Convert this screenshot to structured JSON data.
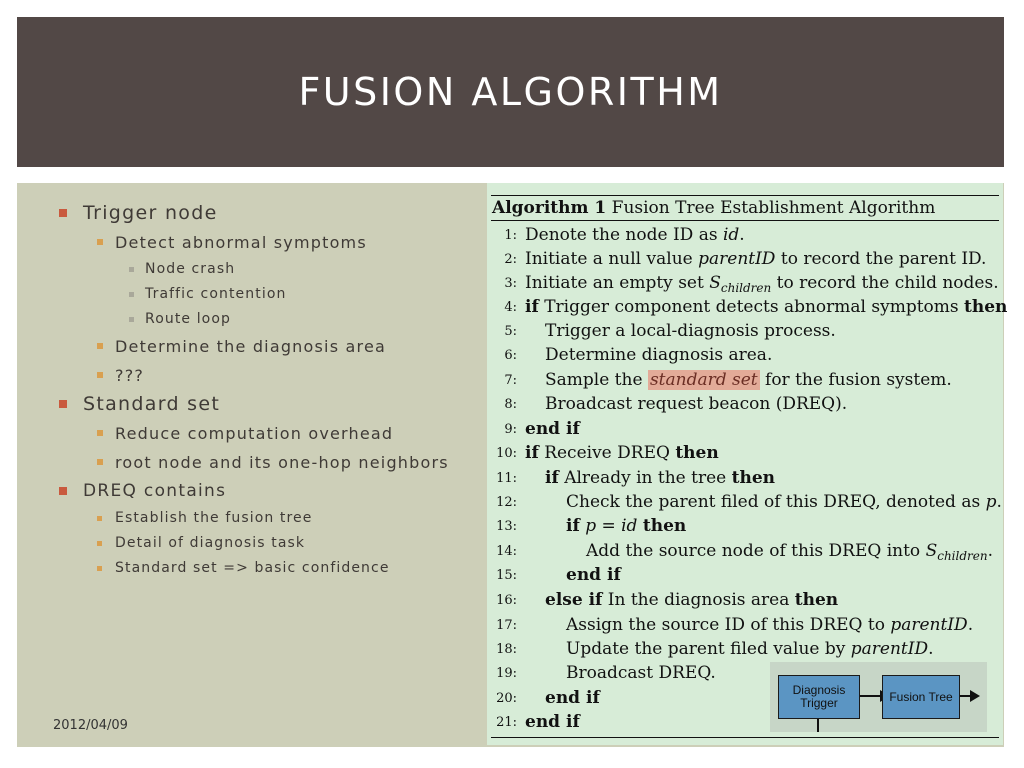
{
  "slide": {
    "title": "Fusion Algorithm",
    "date": "2012/04/09"
  },
  "bullets": {
    "trigger_node": "Trigger node",
    "detect_abnormal": "Detect abnormal symptoms",
    "node_crash": "Node crash",
    "traffic_contention": "Traffic contention",
    "route_loop": "Route loop",
    "determine_area": "Determine the diagnosis area",
    "unknown": "???",
    "standard_set": "Standard set",
    "reduce_overhead": "Reduce computation overhead",
    "root_node": "root node and its one-hop neighbors",
    "dreq_contains": "DREQ contains",
    "establish_tree": "Establish the fusion tree",
    "detail_task": "Detail of diagnosis task",
    "standard_confidence": "Standard set => basic confidence"
  },
  "algorithm": {
    "label": "Algorithm 1",
    "title": "Fusion Tree Establishment Algorithm",
    "lines": [
      {
        "n": "1:",
        "t": "Denote the node ID as "
      },
      {
        "n": "2:",
        "t": "Initiate a null value "
      },
      {
        "n": "3:",
        "t": "Initiate an empty set "
      },
      {
        "n": "4:",
        "t": "Trigger component detects abnormal symptoms "
      },
      {
        "n": "5:",
        "t": "Trigger a local-diagnosis process."
      },
      {
        "n": "6:",
        "t": "Determine diagnosis area."
      },
      {
        "n": "7:",
        "t": "Sample the "
      },
      {
        "n": "8:",
        "t": "Broadcast request beacon (DREQ)."
      },
      {
        "n": "9:",
        "t": "end if"
      },
      {
        "n": "10:",
        "t": "Receive DREQ "
      },
      {
        "n": "11:",
        "t": "Already in the tree "
      },
      {
        "n": "12:",
        "t": "Check the parent filed of this DREQ, denoted as "
      },
      {
        "n": "13:",
        "t": ""
      },
      {
        "n": "14:",
        "t": "Add the source node of this DREQ into "
      },
      {
        "n": "15:",
        "t": "end if"
      },
      {
        "n": "16:",
        "t": "In the diagnosis area "
      },
      {
        "n": "17:",
        "t": "Assign the source ID of this DREQ to "
      },
      {
        "n": "18:",
        "t": "Update the parent filed value by "
      },
      {
        "n": "19:",
        "t": "Broadcast DREQ."
      },
      {
        "n": "20:",
        "t": "end if"
      },
      {
        "n": "21:",
        "t": "end if"
      }
    ],
    "kw_if": "if",
    "kw_then": "then",
    "kw_else_if": "else if",
    "var_id": "id",
    "var_parent_id": "parentID",
    "var_p": "p",
    "set_s": "S",
    "set_sub": "children",
    "text_record_parent": " to record the parent ID.",
    "text_record_child": " to record the child nodes.",
    "text_standard_set": "standard set",
    "text_fusion_system": " for the fusion system.",
    "text_p_eq_id": "p = id",
    "period": "."
  },
  "diagram": {
    "box1": "Diagnosis Trigger",
    "box2": "Fusion Tree"
  },
  "colors": {
    "title_bg": "#524846",
    "content_bg": "#cdcfb8",
    "algo_bg": "#d7ecd7",
    "bullet_l1": "#c95a3e",
    "bullet_l2": "#d9a050",
    "highlight": "#e3ab98",
    "box_fill": "#5b95c3"
  }
}
